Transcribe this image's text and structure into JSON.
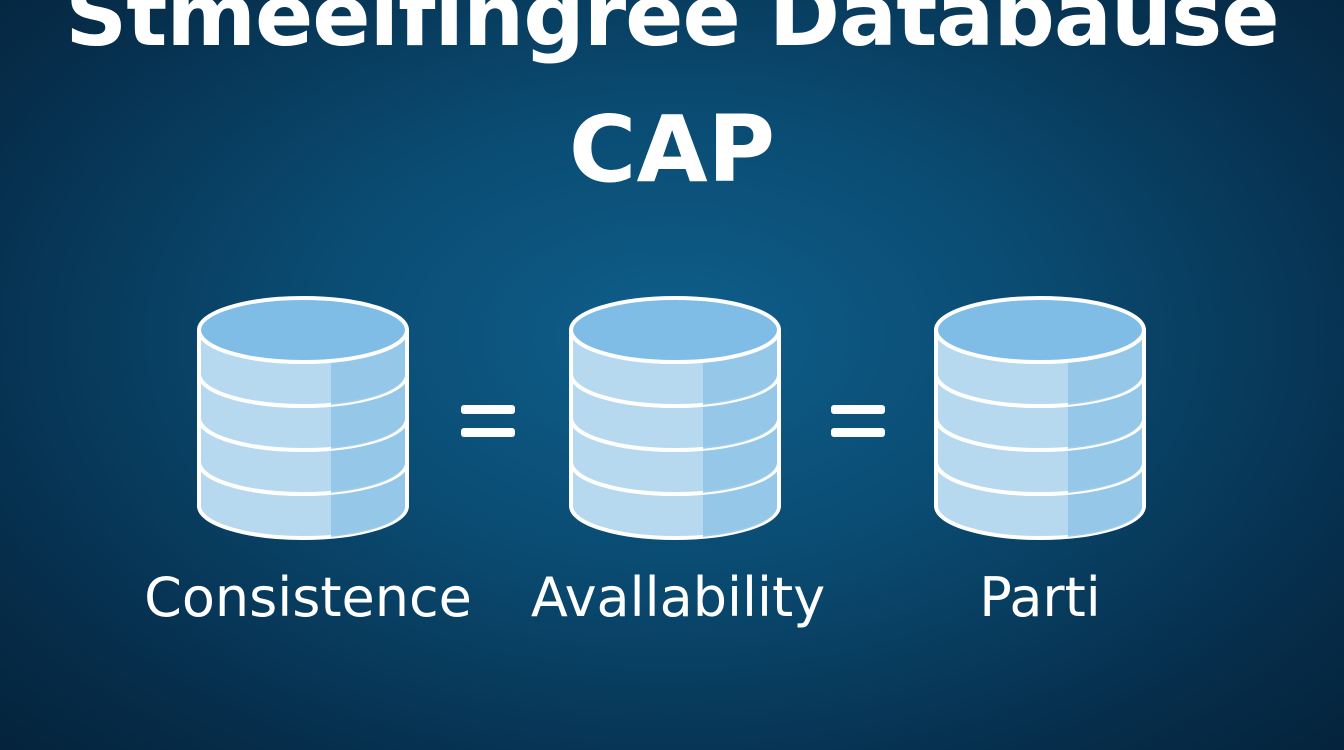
{
  "title": {
    "line1": "Stmeeifingree Databause",
    "line2": "CAP"
  },
  "diagram": {
    "nodes": [
      {
        "id": "c",
        "label": "Consistence",
        "icon": "database-icon"
      },
      {
        "id": "a",
        "label": "Avallability",
        "icon": "database-icon"
      },
      {
        "id": "p",
        "label": "Parti",
        "icon": "database-icon"
      }
    ],
    "connectors": [
      {
        "from": "c",
        "to": "a",
        "symbol": "equals"
      },
      {
        "from": "a",
        "to": "p",
        "symbol": "equals"
      }
    ]
  },
  "colors": {
    "background": "#0a4a70",
    "text": "#ffffff",
    "db_fill": "#b7d9f0",
    "db_fill_dark": "#8ec3e6",
    "db_top": "#7fbde6",
    "db_stroke": "#ffffff"
  }
}
